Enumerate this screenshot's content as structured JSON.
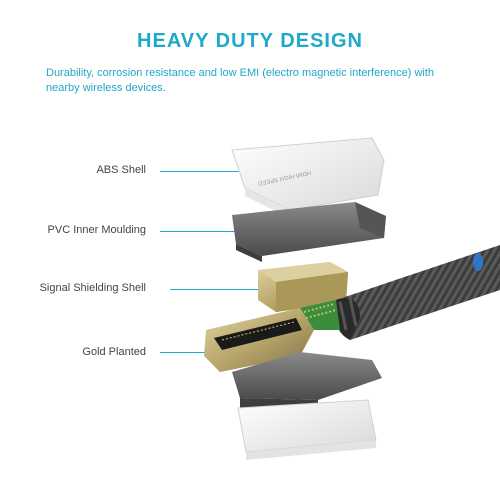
{
  "title": "HEAVY DUTY DESIGN",
  "description": "Durability, corrosion resistance and low EMI (electro magnetic interference) with nearby wireless devices.",
  "components": [
    {
      "label": "ABS Shell"
    },
    {
      "label": "PVC Inner Moulding"
    },
    {
      "label": "Signal Shielding Shell"
    },
    {
      "label": "Gold Planted"
    }
  ],
  "shell_marking": "HDMI HIGH SPEED",
  "colors": {
    "accent": "#1ea8c9",
    "shell_white": "#f2f2f2",
    "moulding_gray": "#6a6a6a",
    "gold": "#b8a66a",
    "cable_dark": "#3c3c3c",
    "led_blue": "#2a7de0"
  }
}
